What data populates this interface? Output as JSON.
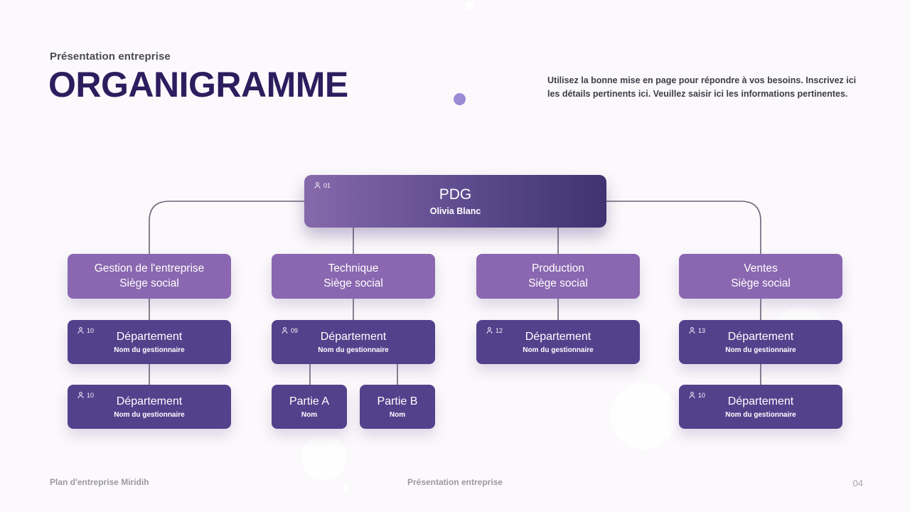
{
  "slide": {
    "eyebrow": "Présentation entreprise",
    "title": "ORGANIGRAMME",
    "description": "Utilisez la bonne mise en page pour répondre à vos besoins. Inscrivez ici les détails pertinents ici. Veuillez saisir ici les informations pertinentes.",
    "footer_left": "Plan d'entreprise Miridih",
    "footer_center": "Présentation entreprise",
    "page_number": "04"
  },
  "colors": {
    "background": "#fbf9fb",
    "title_text": "#2d1d5f",
    "accent_dot": "#9a8bd6",
    "node_light_purple": "#8a67b0",
    "node_dark_purple": "#54418c",
    "root_gradient_start": "#8569ab",
    "root_gradient_end": "#3e3370",
    "connector_line": "#6a6377"
  },
  "org_chart": {
    "root": {
      "badge": "01",
      "title": "PDG",
      "subtitle": "Olivia Blanc"
    },
    "level2": [
      {
        "title": "Gestion de l'entreprise",
        "subtitle": "Siège social"
      },
      {
        "title": "Technique",
        "subtitle": "Siège social"
      },
      {
        "title": "Production",
        "subtitle": "Siège social"
      },
      {
        "title": "Ventes",
        "subtitle": "Siège social"
      }
    ],
    "level3": [
      {
        "badge": "10",
        "title": "Département",
        "subtitle": "Nom du gestionnaire"
      },
      {
        "badge": "09",
        "title": "Département",
        "subtitle": "Nom du gestionnaire"
      },
      {
        "badge": "12",
        "title": "Département",
        "subtitle": "Nom du gestionnaire"
      },
      {
        "badge": "13",
        "title": "Département",
        "subtitle": "Nom du gestionnaire"
      }
    ],
    "level4": [
      {
        "badge": "10",
        "title": "Département",
        "subtitle": "Nom du gestionnaire"
      },
      {
        "title": "Partie A",
        "subtitle": "Nom"
      },
      {
        "title": "Partie B",
        "subtitle": "Nom"
      },
      {
        "badge": "10",
        "title": "Département",
        "subtitle": "Nom du gestionnaire"
      }
    ]
  }
}
